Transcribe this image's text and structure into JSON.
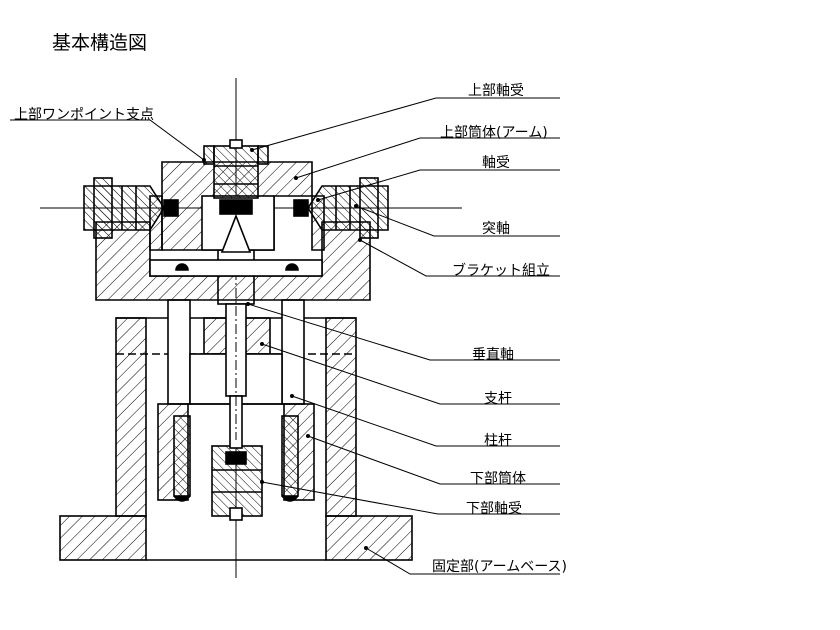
{
  "title": "基本構造図",
  "labels": {
    "top_pivot": "上部ワンポイント支点",
    "upper_bearing": "上部軸受",
    "upper_tube": "上部筒体(アーム)",
    "bearing": "軸受",
    "protruding_shaft": "突軸",
    "bracket_assembly": "ブラケット組立",
    "vertical_shaft": "垂直軸",
    "support_rod": "支杆",
    "column_rod": "柱杆",
    "lower_tube": "下部筒体",
    "lower_bearing": "下部軸受",
    "fixed_part": "固定部(アームベース)"
  }
}
